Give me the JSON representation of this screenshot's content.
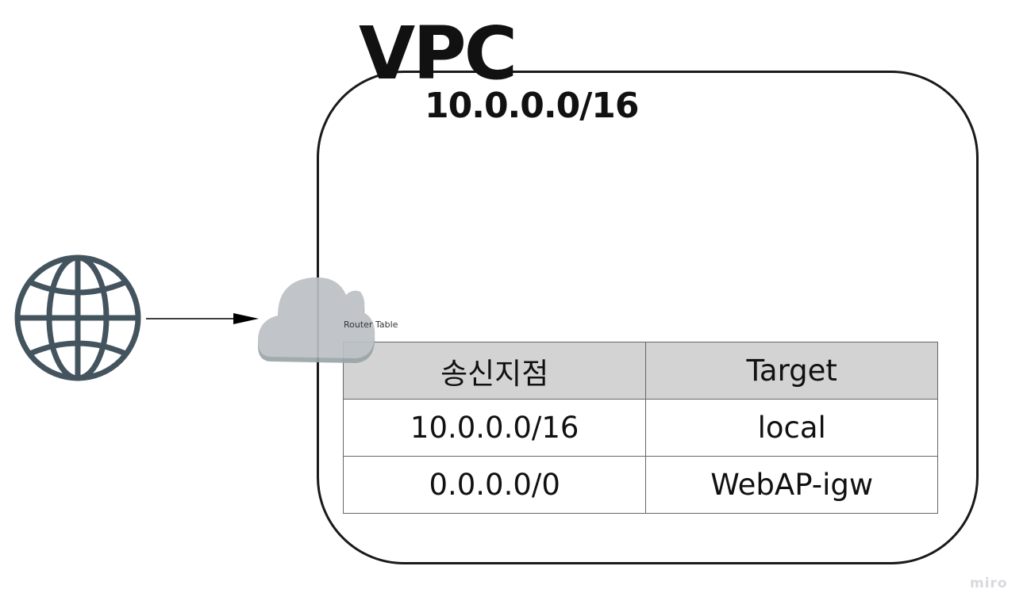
{
  "vpc": {
    "title": "VPC",
    "cidr": "10.0.0.0/16"
  },
  "router_table": {
    "label": "Router Table",
    "headers": [
      "송신지점",
      "Target"
    ],
    "rows": [
      [
        "10.0.0.0/16",
        "local"
      ],
      [
        "0.0.0.0/0",
        "WebAP-igw"
      ]
    ]
  },
  "icons": {
    "internet": "globe-icon",
    "router": "cloud-icon"
  },
  "colors": {
    "globe": "#44545f",
    "cloud": "#bcc1c5",
    "header_bg": "#d3d3d3"
  },
  "watermark": "miro"
}
